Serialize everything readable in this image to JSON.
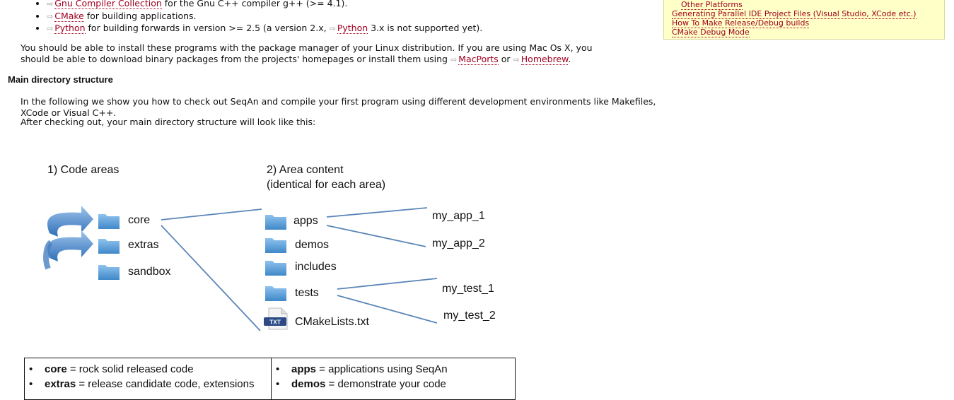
{
  "deps": [
    {
      "link": "Gnu Compiler Collection",
      "text": " for the Gnu C++ compiler g++ (>= 4.1)."
    },
    {
      "link": "CMake",
      "text": " for building applications."
    },
    {
      "link": "Python",
      "text": " for building forwards in version >= 2.5 (a version 2.x, ",
      "link2": "Python",
      "text2": " 3.x is not supported yet)."
    }
  ],
  "ext_glyph": "⇨",
  "toc": {
    "items": [
      {
        "label": "Other Platforms",
        "indent": true
      },
      {
        "label": "Generating Parallel IDE Project Files (Visual Studio, XCode etc.)",
        "indent": false
      },
      {
        "label": "How To Make Release/Debug builds",
        "indent": false
      },
      {
        "label": "CMake Debug Mode",
        "indent": false
      }
    ]
  },
  "install_para": {
    "line1": "You should be able to install these programs with the package manager of your Linux distribution. If you are using Mac Os X, you",
    "line2_pre": "should be able to download binary packages from the projects' homepages or install them using ",
    "link_macports": "MacPorts",
    "mid": " or ",
    "link_homebrew": "Homebrew",
    "end": "."
  },
  "section_title": "Main directory structure",
  "para_checkout": "In the following we show you how to check out SeqAn and compile your first program using different development environments like Makefiles, XCode or Visual C++.",
  "para_after": "After checking out, your main directory structure will look like this:",
  "diagram": {
    "heading_left": "1) Code areas",
    "heading_right_1": "2) Area content",
    "heading_right_2": "(identical for each area)",
    "areas": [
      "core",
      "extras",
      "sandbox"
    ],
    "content": [
      "apps",
      "demos",
      "includes",
      "tests",
      "CMakeLists.txt"
    ],
    "apps_children": [
      "my_app_1",
      "my_app_2"
    ],
    "tests_children": [
      "my_test_1",
      "my_test_2"
    ],
    "txt_badge": "TXT"
  },
  "legend_left": [
    {
      "term": "core",
      "desc": " = rock solid released code"
    },
    {
      "term": "extras",
      "desc": " = release candidate code, extensions"
    }
  ],
  "legend_right": [
    {
      "term": "apps",
      "desc": " = applications using SeqAn"
    },
    {
      "term": "demos",
      "desc": " = demonstrate your code"
    }
  ],
  "bullet": "•",
  "colors": {
    "link": "#a0001e",
    "toc_bg": "#ffffc8",
    "line_blue": "#5b86b8",
    "folder_blue": "#5a9fd4"
  }
}
